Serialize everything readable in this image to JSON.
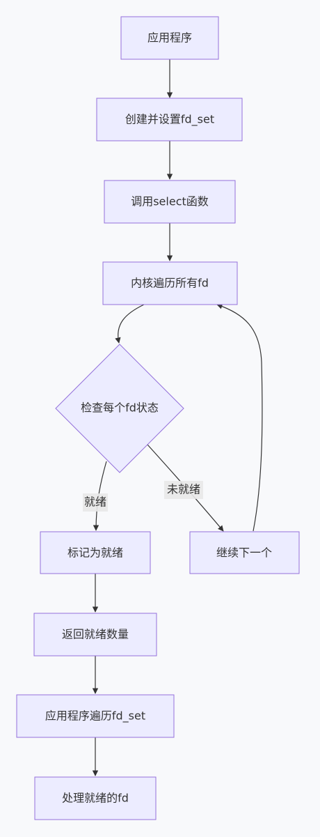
{
  "nodes": {
    "app": "应用程序",
    "create_fdset": "创建并设置fd_set",
    "call_select": "调用select函数",
    "kernel_iterate": "内核遍历所有fd",
    "check_state": "检查每个fd状态",
    "mark_ready": "标记为就绪",
    "continue_next": "继续下一个",
    "return_count": "返回就绪数量",
    "app_iterate": "应用程序遍历fd_set",
    "handle_ready": "处理就绪的fd"
  },
  "edges": {
    "ready_label": "就绪",
    "not_ready_label": "未就绪"
  },
  "colors": {
    "node_fill": "#ececff",
    "node_stroke": "#9370db",
    "edge": "#333333",
    "label_bg": "#e8e8e8",
    "background": "#f8f9fb"
  }
}
